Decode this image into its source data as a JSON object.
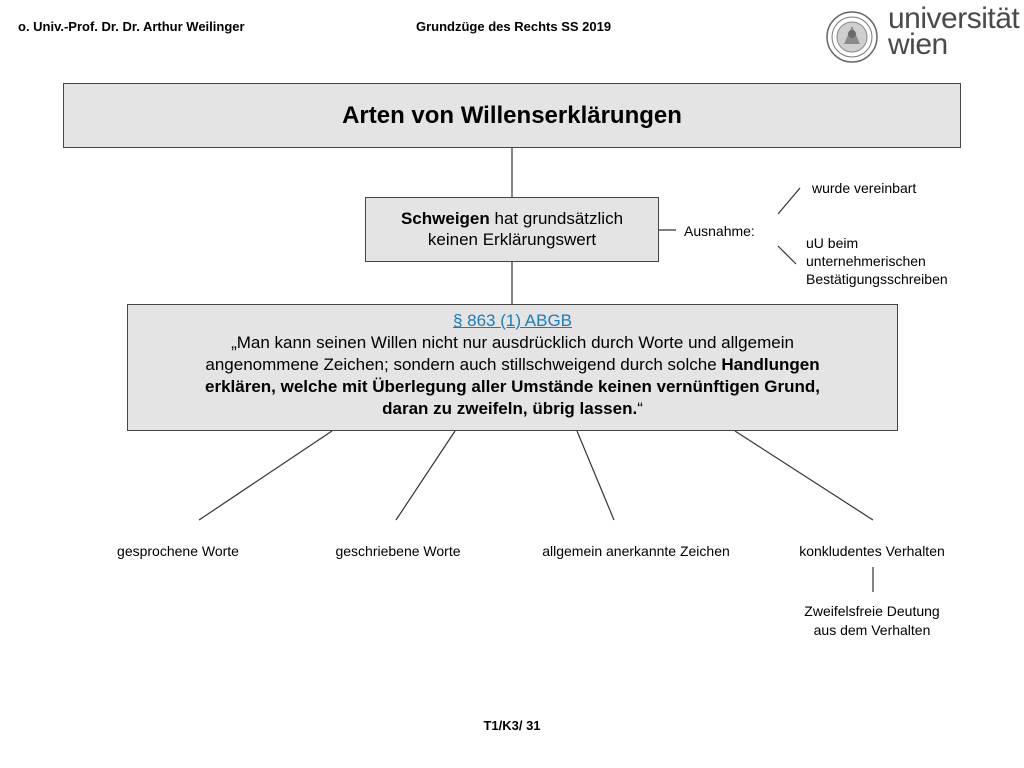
{
  "header": {
    "left": "o. Univ.-Prof. Dr. Dr. Arthur Weilinger",
    "center": "Grundzüge des Rechts SS 2019",
    "logo_line1": "universität",
    "logo_line2": "wien"
  },
  "title": "Arten von Willenserklärungen",
  "silence": {
    "bold": "Schweigen",
    "rest_line1": " hat grundsätzlich",
    "line2": "keinen Erklärungswert"
  },
  "exception": {
    "label": "Ausnahme:",
    "option1": "wurde vereinbart",
    "option2_line1": "uU beim",
    "option2_line2": "unternehmerischen",
    "option2_line3": "Bestätigungsschreiben"
  },
  "law": {
    "link": "§ 863 (1) ABGB",
    "line1": "„Man kann seinen Willen nicht nur ausdrücklich durch Worte und allgemein",
    "line2a": "angenommene Zeichen; sondern auch stillschweigend durch solche ",
    "line2b": "Handlungen",
    "line3": "erklären, welche mit Überlegung aller Umstände keinen vernünftigen Grund,",
    "line4a": "daran zu zweifeln, übrig lassen.",
    "line4b": "“"
  },
  "categories": [
    "gesprochene Worte",
    "geschriebene Worte",
    "allgemein anerkannte Zeichen",
    "konkludentes Verhalten"
  ],
  "interpretation": {
    "line1": "Zweifelsfreie Deutung",
    "line2": "aus dem Verhalten"
  },
  "footer": "T1/K3/ 31"
}
